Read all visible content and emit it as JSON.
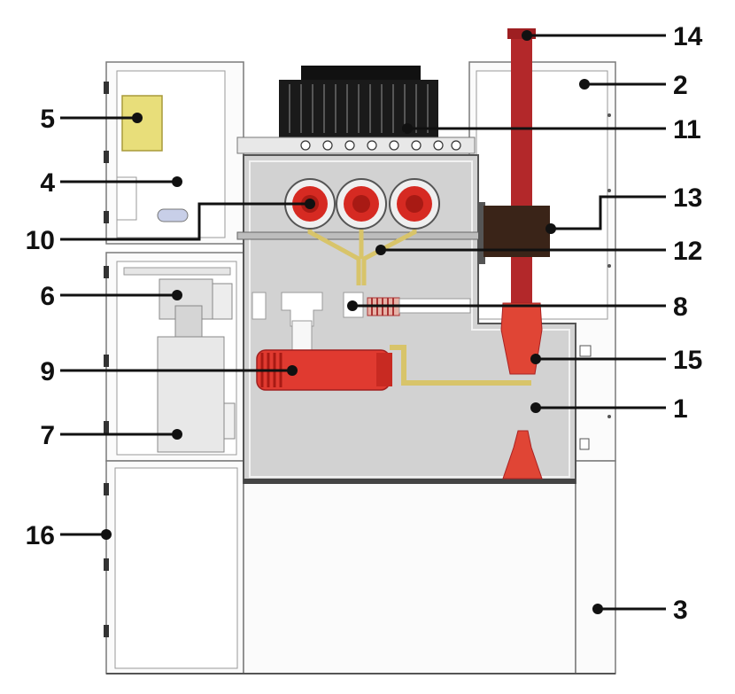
{
  "callouts": [
    {
      "label": "14"
    },
    {
      "label": "2"
    },
    {
      "label": "5"
    },
    {
      "label": "11"
    },
    {
      "label": "4"
    },
    {
      "label": "13"
    },
    {
      "label": "10"
    },
    {
      "label": "12"
    },
    {
      "label": "6"
    },
    {
      "label": "8"
    },
    {
      "label": "9"
    },
    {
      "label": "15"
    },
    {
      "label": "7"
    },
    {
      "label": "1"
    },
    {
      "label": "16"
    },
    {
      "label": "3"
    }
  ],
  "colors": {
    "busbar": "#b3282a",
    "bushing_red": "#d62a22",
    "conductor_yellow": "#d8c46a",
    "gas_tank": "#d2d2d2",
    "control_box_yellow": "#e8de7a",
    "ct_block": "#3a2418"
  }
}
